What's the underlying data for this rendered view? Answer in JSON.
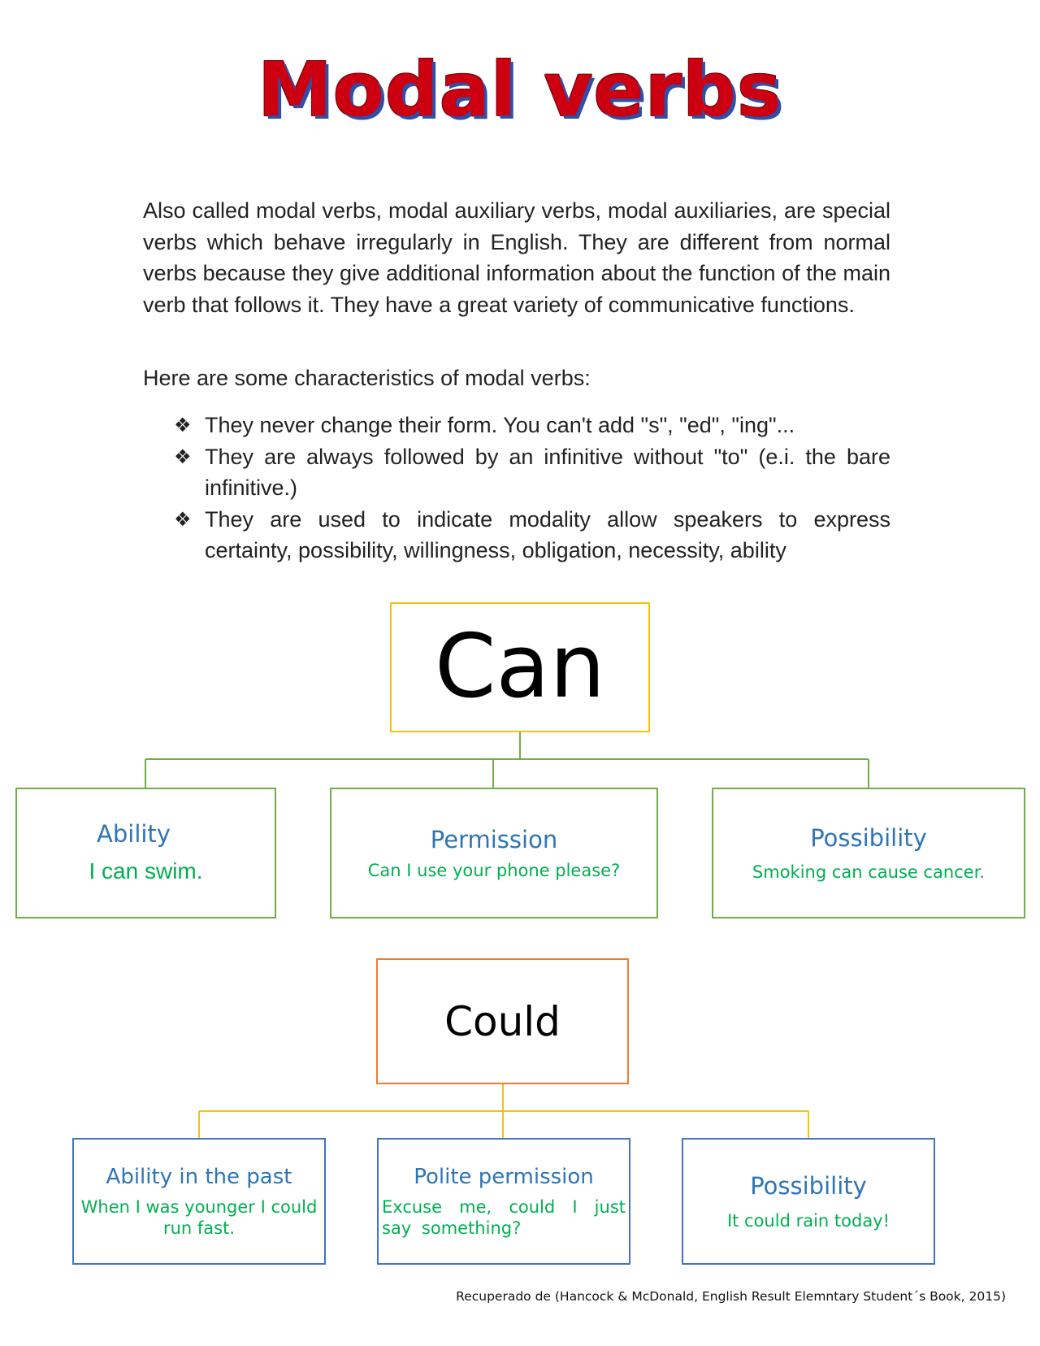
{
  "title": "Modal verbs",
  "intro": "Also called modal verbs, modal auxiliary verbs, modal auxiliaries, are special verbs which behave irregularly in English. They are different from normal verbs because they give additional information about the function of the main verb that follows it. They have a great variety of communicative functions.",
  "lead": "Here are some characteristics of modal verbs:",
  "bullet_symbol": "❖",
  "bullets": [
    "They never change their form. You can't add \"s\", \"ed\", \"ing\"...",
    "They are always followed by an infinitive without \"to\" (e.i. the bare infinitive.)",
    "They are used to indicate modality allow speakers to express certainty, possibility, willingness, obligation, necessity, ability"
  ],
  "can": {
    "label": "Can",
    "children": [
      {
        "category": "Ability",
        "example": "I can swim."
      },
      {
        "category": "Permission",
        "example": "Can I use your phone please?"
      },
      {
        "category": "Possibility",
        "example": "Smoking can cause cancer."
      }
    ]
  },
  "could": {
    "label": "Could",
    "children": [
      {
        "category": "Ability in the past",
        "example": "When I was younger I could run fast."
      },
      {
        "category": "Polite permission",
        "example": "Excuse me, could I just say something?"
      },
      {
        "category": "Possibility",
        "example": "It could rain today!"
      }
    ]
  },
  "colors": {
    "title_red": "#cc0011",
    "title_shadow": "#2f4ea8",
    "can_border": "#f5c211",
    "can_connectors": "#70ad47",
    "could_border": "#ed7d31",
    "could_connectors": "#f5c211",
    "could_children_border": "#4472c4",
    "category_blue": "#2e75b6",
    "example_green": "#00b050"
  },
  "credit": "Recuperado de (Hancock & McDonald, English Result Elemntary Student´s Book, 2015)"
}
